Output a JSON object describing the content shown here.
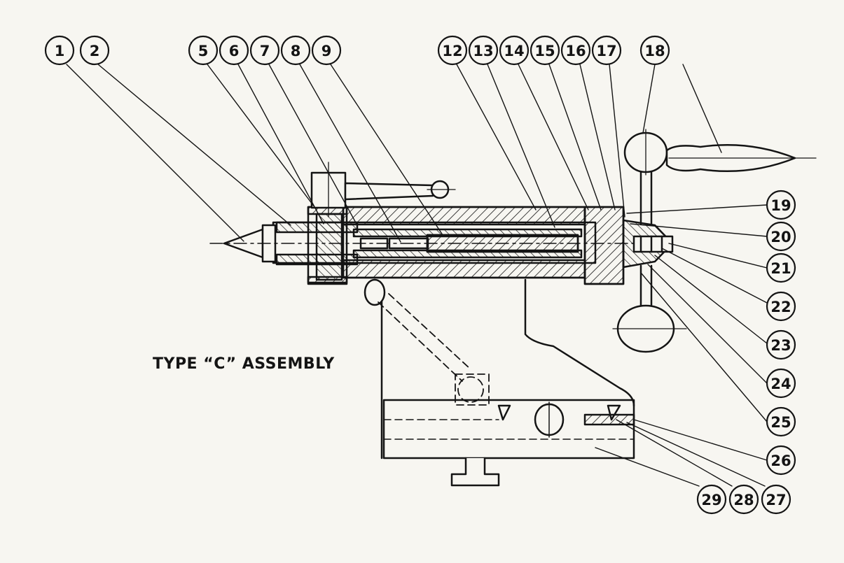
{
  "title": "TYPE “C” ASSEMBLY",
  "callouts": [
    "1",
    "2",
    "5",
    "6",
    "7",
    "8",
    "9",
    "12",
    "13",
    "14",
    "15",
    "16",
    "17",
    "18",
    "19",
    "20",
    "21",
    "22",
    "23",
    "24",
    "25",
    "26",
    "27",
    "28",
    "29"
  ],
  "colors": {
    "ink": "#141414",
    "paper": "#f7f6f1"
  }
}
